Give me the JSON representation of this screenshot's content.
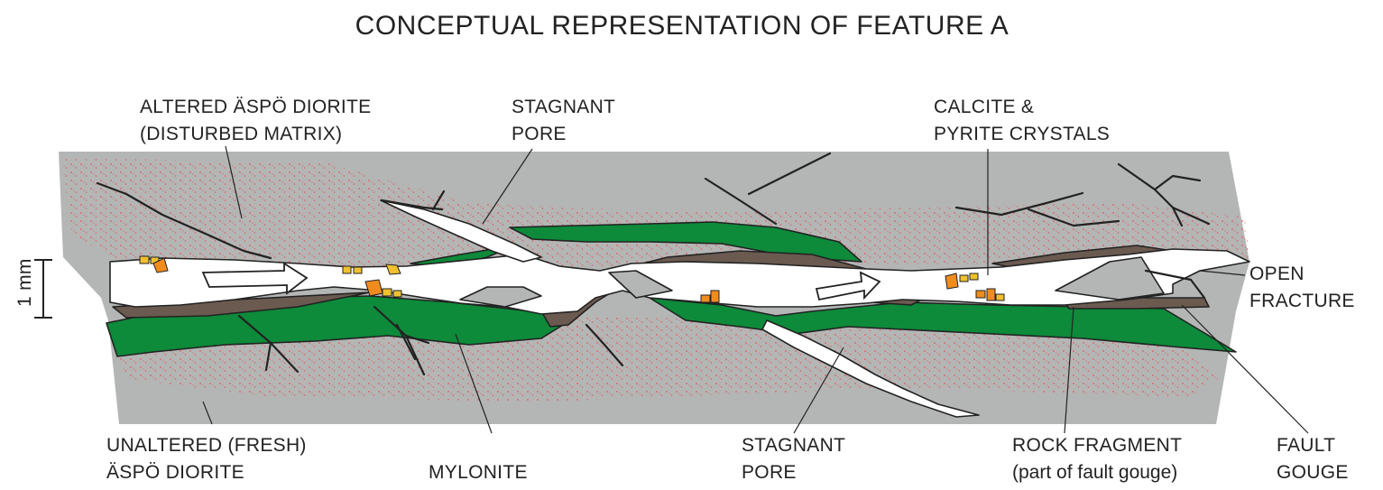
{
  "title": "CONCEPTUAL REPRESENTATION OF FEATURE A",
  "scale_bar": {
    "label": "1 mm"
  },
  "labels": {
    "altered_line1": "ALTERED ÄSPÖ DIORITE",
    "altered_line2": "(DISTURBED MATRIX)",
    "stagnant_top_line1": "STAGNANT",
    "stagnant_top_line2": "PORE",
    "calcite_line1": "CALCITE &",
    "calcite_line2": "PYRITE CRYSTALS",
    "open_line1": "OPEN",
    "open_line2": "FRACTURE",
    "unaltered_line1": "UNALTERED (FRESH)",
    "unaltered_line2": "ÄSPÖ DIORITE",
    "mylonite": "MYLONITE",
    "stagnant_bottom_line1": "STAGNANT",
    "stagnant_bottom_line2": "PORE",
    "rock_line1": "ROCK FRAGMENT",
    "rock_line2": "(part of fault gouge)",
    "fault_line1": "FAULT",
    "fault_line2": "GOUGE"
  },
  "colors": {
    "rock": "#b4b6b5",
    "mylonite": "#0d8a3a",
    "fault_gouge": "#6b5a50",
    "open_fracture": "#ffffff",
    "crystals": "#f08c1e",
    "alteration_dots": "#e35a5a"
  }
}
